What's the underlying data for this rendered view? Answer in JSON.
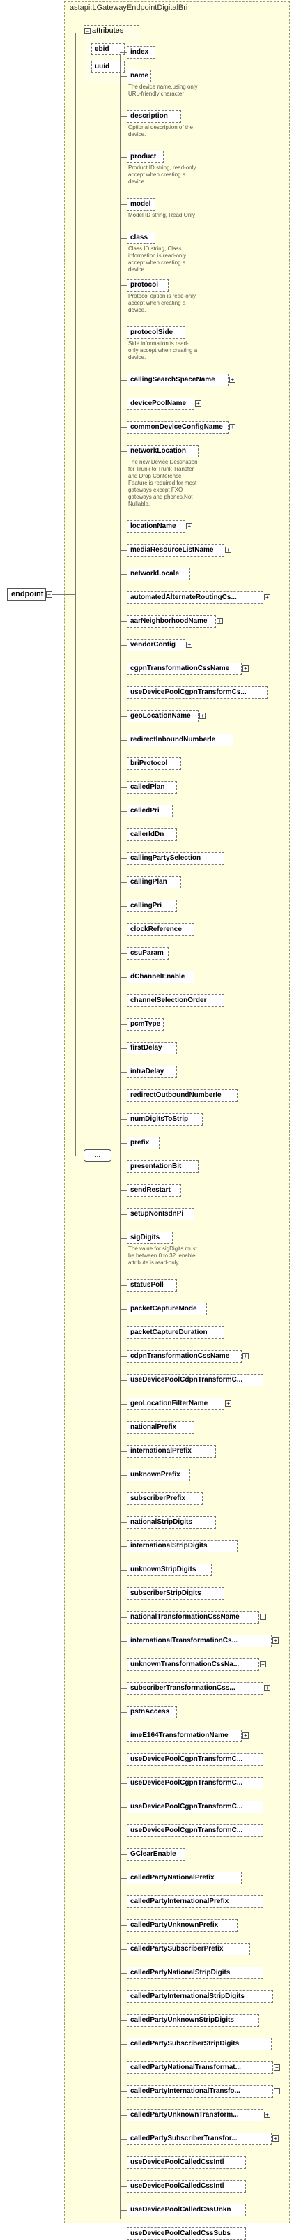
{
  "title": "astapi:LGatewayEndpointDigitalBri",
  "root": "endpoint",
  "attributes_label": "attributes",
  "attributes": [
    "ebid",
    "uuid"
  ],
  "sequence_label": "...",
  "elements": [
    {
      "name": "index",
      "doc": ""
    },
    {
      "name": "name",
      "doc": "The device name,using only URL-friendly character"
    },
    {
      "name": "description",
      "doc": "Optional description of the device."
    },
    {
      "name": "product",
      "doc": "Product ID string, read-only accept when creating a device."
    },
    {
      "name": "model",
      "doc": "Model ID string, Read Only"
    },
    {
      "name": "class",
      "doc": "Class ID string, Class information is read-only accept when creating a device."
    },
    {
      "name": "protocol",
      "doc": "Protocol option is read-only accept when creating a device."
    },
    {
      "name": "protocolSide",
      "doc": "Side information is read-only accept when creating a device."
    },
    {
      "name": "callingSearchSpaceName",
      "doc": "",
      "plus": true
    },
    {
      "name": "devicePoolName",
      "doc": "",
      "plus": true
    },
    {
      "name": "commonDeviceConfigName",
      "doc": "",
      "plus": true
    },
    {
      "name": "networkLocation",
      "doc": "The new Device Destination for Trunk to Trunk Transfer and Drop Conference Feature is required for most gateways except FXO gateways and phones.Not Nullable."
    },
    {
      "name": "locationName",
      "doc": "",
      "plus": true
    },
    {
      "name": "mediaResourceListName",
      "doc": "",
      "plus": true
    },
    {
      "name": "networkLocale",
      "doc": ""
    },
    {
      "name": "automatedAlternateRoutingCs...",
      "doc": "",
      "plus": true
    },
    {
      "name": "aarNeighborhoodName",
      "doc": "",
      "plus": true
    },
    {
      "name": "vendorConfig",
      "doc": "",
      "plus": true
    },
    {
      "name": "cgpnTransformationCssName",
      "doc": "",
      "plus": true
    },
    {
      "name": "useDevicePoolCgpnTransformCs...",
      "doc": ""
    },
    {
      "name": "geoLocationName",
      "doc": "",
      "plus": true
    },
    {
      "name": "redirectInboundNumberIe",
      "doc": ""
    },
    {
      "name": "briProtocol",
      "doc": ""
    },
    {
      "name": "calledPlan",
      "doc": ""
    },
    {
      "name": "calledPri",
      "doc": ""
    },
    {
      "name": "callerIdDn",
      "doc": ""
    },
    {
      "name": "callingPartySelection",
      "doc": ""
    },
    {
      "name": "callingPlan",
      "doc": ""
    },
    {
      "name": "callingPri",
      "doc": ""
    },
    {
      "name": "clockReference",
      "doc": ""
    },
    {
      "name": "csuParam",
      "doc": ""
    },
    {
      "name": "dChannelEnable",
      "doc": ""
    },
    {
      "name": "channelSelectionOrder",
      "doc": ""
    },
    {
      "name": "pcmType",
      "doc": ""
    },
    {
      "name": "firstDelay",
      "doc": ""
    },
    {
      "name": "intraDelay",
      "doc": ""
    },
    {
      "name": "redirectOutboundNumberIe",
      "doc": ""
    },
    {
      "name": "numDigitsToStrip",
      "doc": ""
    },
    {
      "name": "prefix",
      "doc": ""
    },
    {
      "name": "presentationBit",
      "doc": ""
    },
    {
      "name": "sendRestart",
      "doc": ""
    },
    {
      "name": "setupNonIsdnPi",
      "doc": ""
    },
    {
      "name": "sigDigits",
      "doc": "The value for sigDigits must be between 0 to 32. enable attribute is read-only"
    },
    {
      "name": "statusPoll",
      "doc": ""
    },
    {
      "name": "packetCaptureMode",
      "doc": ""
    },
    {
      "name": "packetCaptureDuration",
      "doc": ""
    },
    {
      "name": "cdpnTransformationCssName",
      "doc": "",
      "plus": true
    },
    {
      "name": "useDevicePoolCdpnTransformC...",
      "doc": ""
    },
    {
      "name": "geoLocationFilterName",
      "doc": "",
      "plus": true
    },
    {
      "name": "nationalPrefix",
      "doc": ""
    },
    {
      "name": "internationalPrefix",
      "doc": ""
    },
    {
      "name": "unknownPrefix",
      "doc": ""
    },
    {
      "name": "subscriberPrefix",
      "doc": ""
    },
    {
      "name": "nationalStripDigits",
      "doc": ""
    },
    {
      "name": "internationalStripDigits",
      "doc": ""
    },
    {
      "name": "unknownStripDigits",
      "doc": ""
    },
    {
      "name": "subscriberStripDigits",
      "doc": ""
    },
    {
      "name": "nationalTransformationCssName",
      "doc": "",
      "plus": true
    },
    {
      "name": "internationalTransformationCs...",
      "doc": "",
      "plus": true
    },
    {
      "name": "unknownTransformationCssNa...",
      "doc": "",
      "plus": true
    },
    {
      "name": "subscriberTransformationCss...",
      "doc": "",
      "plus": true
    },
    {
      "name": "pstnAccess",
      "doc": ""
    },
    {
      "name": "imeE164TransformationName",
      "doc": "",
      "plus": true
    },
    {
      "name": "useDevicePoolCgpnTransformC...",
      "doc": ""
    },
    {
      "name": "useDevicePoolCgpnTransformC...",
      "doc": ""
    },
    {
      "name": "useDevicePoolCgpnTransformC...",
      "doc": ""
    },
    {
      "name": "useDevicePoolCgpnTransformC...",
      "doc": ""
    },
    {
      "name": "GClearEnable",
      "doc": ""
    },
    {
      "name": "calledPartyNationalPrefix",
      "doc": ""
    },
    {
      "name": "calledPartyInternationalPrefix",
      "doc": ""
    },
    {
      "name": "calledPartyUnknownPrefix",
      "doc": ""
    },
    {
      "name": "calledPartySubscriberPrefix",
      "doc": ""
    },
    {
      "name": "calledPartyNationalStripDigits",
      "doc": ""
    },
    {
      "name": "calledPartyInternationalStripDigits",
      "doc": ""
    },
    {
      "name": "calledPartyUnknownStripDigits",
      "doc": ""
    },
    {
      "name": "calledPartySubscriberStripDigits",
      "doc": ""
    },
    {
      "name": "calledPartyNationalTransformat...",
      "doc": "",
      "plus": true
    },
    {
      "name": "calledPartyInternationalTransfo...",
      "doc": "",
      "plus": true
    },
    {
      "name": "calledPartyUnknownTransform...",
      "doc": "",
      "plus": true
    },
    {
      "name": "calledPartySubscriberTransfor...",
      "doc": "",
      "plus": true
    },
    {
      "name": "useDevicePoolCalledCssIntl",
      "doc": ""
    },
    {
      "name": "useDevicePoolCalledCssIntl",
      "doc": ""
    },
    {
      "name": "useDevicePoolCalledCssUnkn",
      "doc": ""
    },
    {
      "name": "useDevicePoolCalledCssSubs",
      "doc": ""
    }
  ]
}
